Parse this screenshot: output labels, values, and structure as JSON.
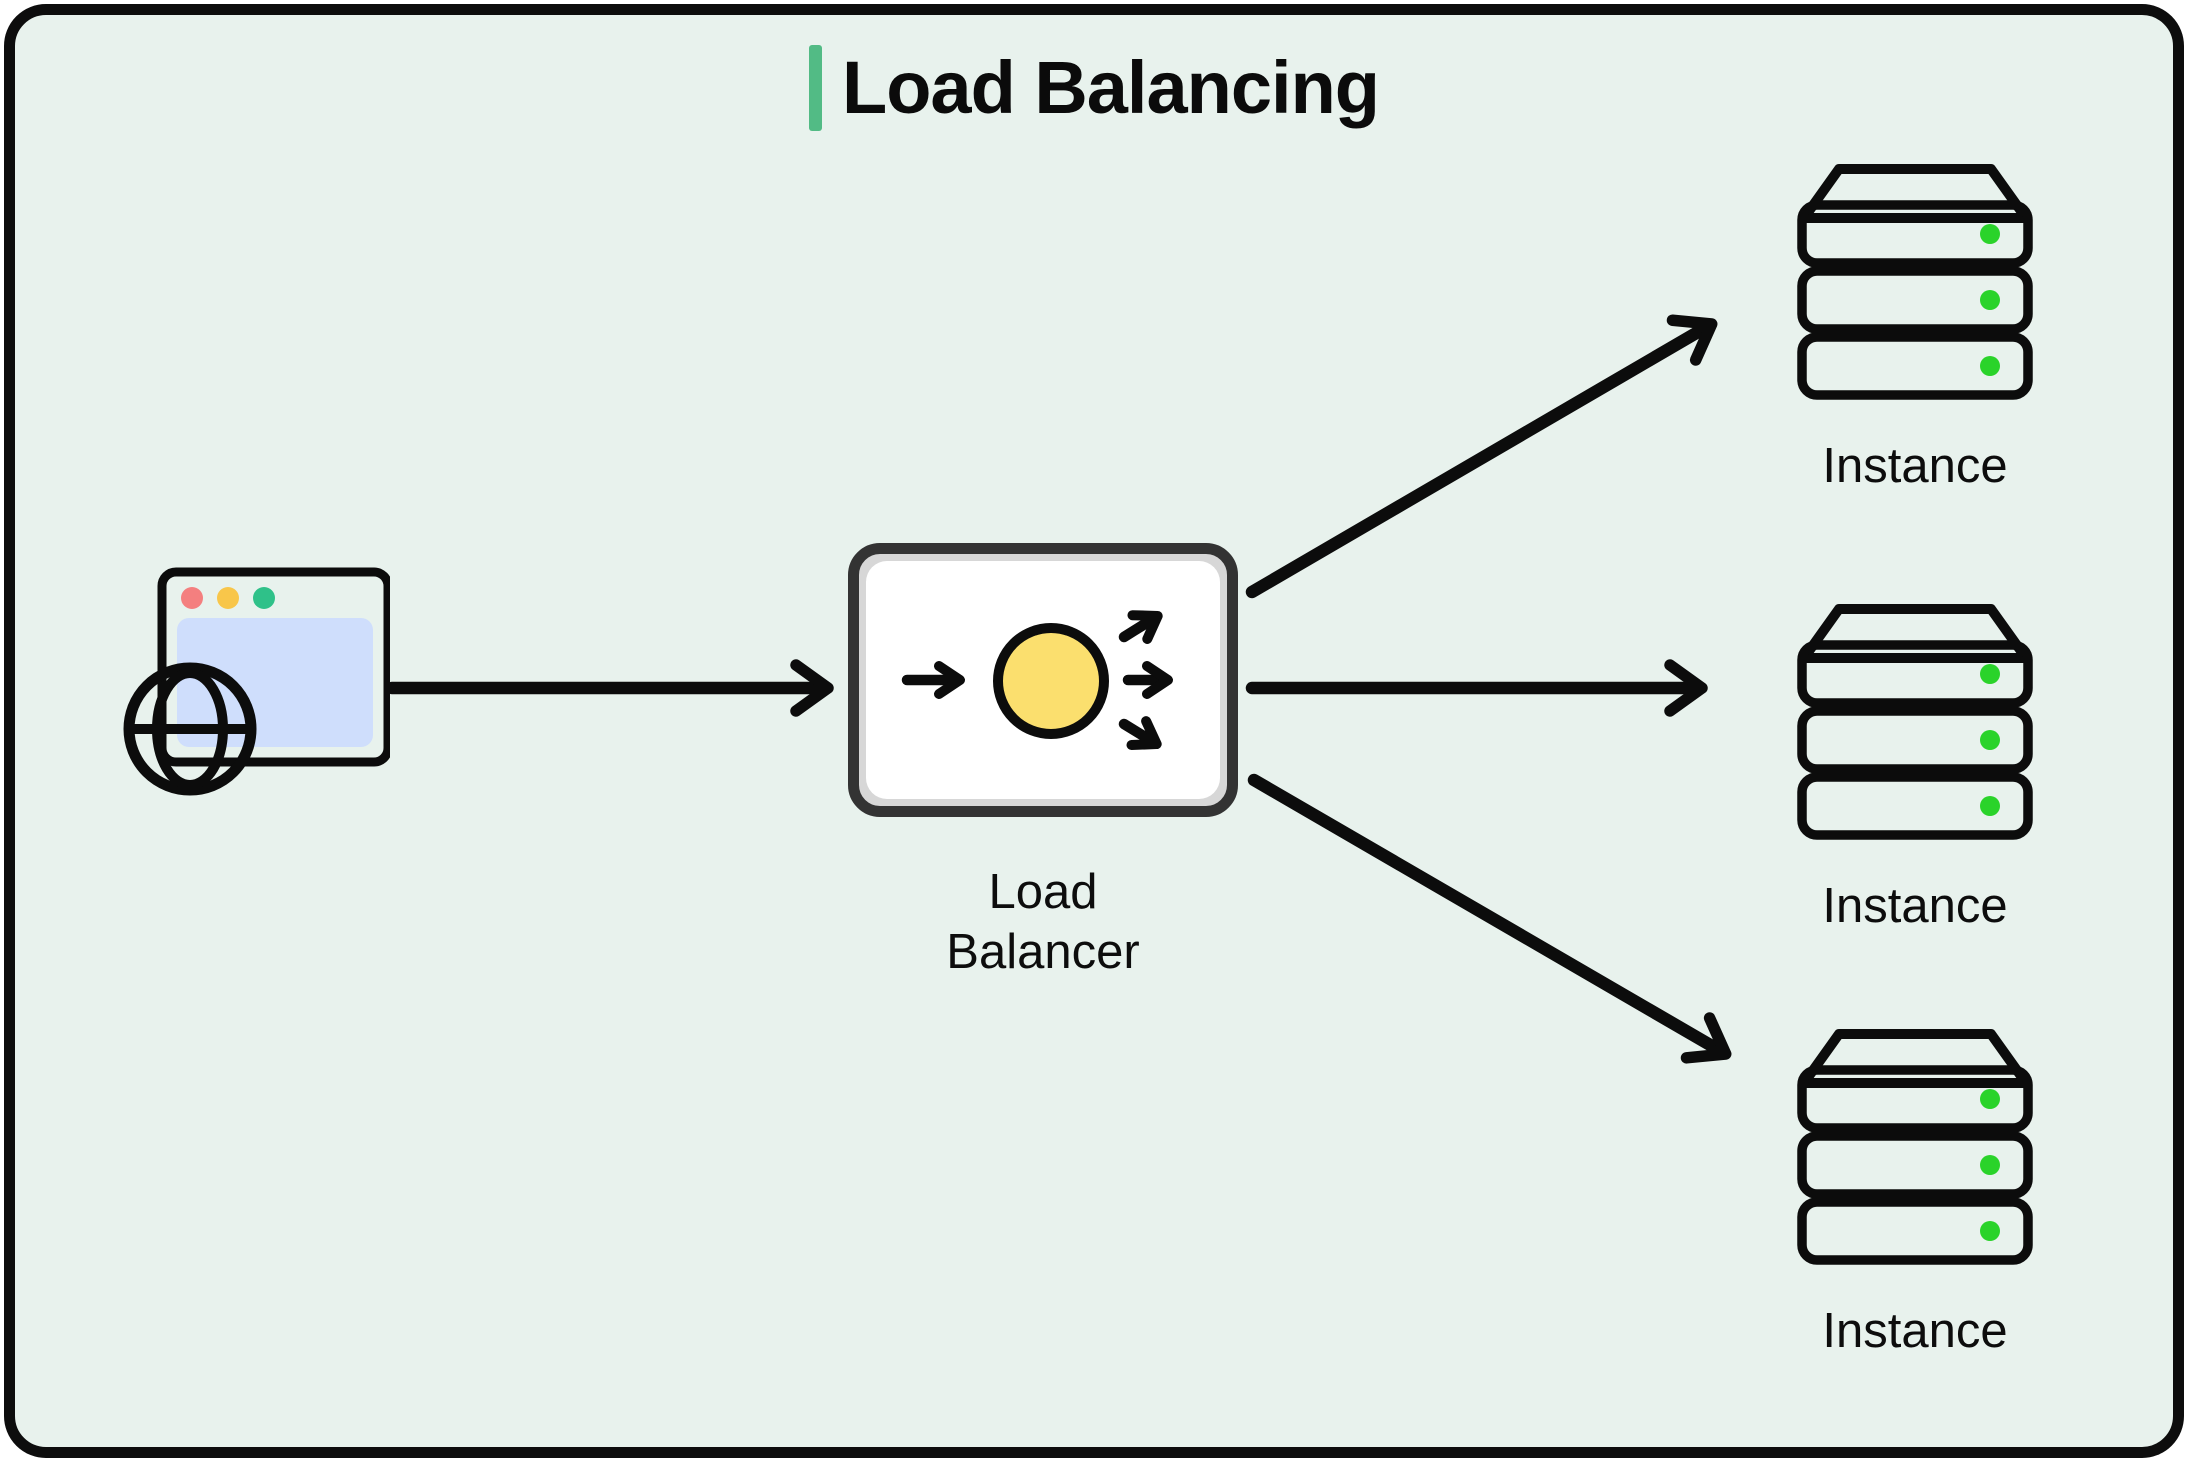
{
  "title": {
    "text": "Load Balancing"
  },
  "nodes": {
    "client": {
      "icon": "browser-globe-icon"
    },
    "load_balancer": {
      "label": "Load Balancer",
      "icon": "load-balancer-icon"
    },
    "instances": [
      {
        "label": "Instance",
        "icon": "server-icon",
        "status_leds": 3
      },
      {
        "label": "Instance",
        "icon": "server-icon",
        "status_leds": 3
      },
      {
        "label": "Instance",
        "icon": "server-icon",
        "status_leds": 3
      }
    ]
  },
  "edges": [
    {
      "from": "client",
      "to": "load_balancer"
    },
    {
      "from": "load_balancer",
      "to": "instance_1"
    },
    {
      "from": "load_balancer",
      "to": "instance_2"
    },
    {
      "from": "load_balancer",
      "to": "instance_3"
    }
  ],
  "colors": {
    "canvas_bg": "#e8f2ed",
    "frame_border": "#0d0d0d",
    "line": "#0c0c0c",
    "accent": "#52bb85",
    "lb_box_border": "#333333",
    "lb_box_bezel": "#d7d7d7",
    "lb_box_fill": "#ffffff",
    "lb_circle": "#fbdf6e",
    "server_top_left": "#f5ca3f",
    "server_top_right": "#dd8a2e",
    "server_slab_light": "#ffffff",
    "server_slab_dark": "#e5e8f2",
    "server_led": "#2ad32a",
    "browser_dot_red": "#f47f7f",
    "browser_dot_yellow": "#f8c64a",
    "browser_dot_green": "#2fc189",
    "browser_content": "#cfdefc",
    "globe_light": "#72c3ee",
    "globe_dark": "#1560c6"
  }
}
